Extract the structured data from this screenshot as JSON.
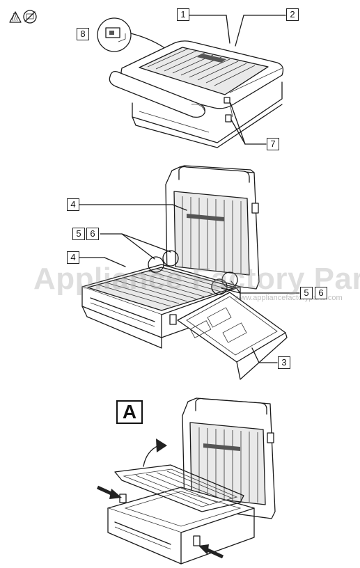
{
  "watermark": {
    "main": "Appliance Factory Parts",
    "url": "www.appliancefactoryparts.com"
  },
  "callouts": {
    "c1": "1",
    "c2": "2",
    "c3": "3",
    "c4a": "4",
    "c4b": "4",
    "c5a": "5",
    "c6a": "6",
    "c5b": "5",
    "c6b": "6",
    "c7": "7",
    "c8": "8"
  },
  "step_label": "A",
  "icons": [
    "hot-surface-warning-icon",
    "no-immersion-icon",
    "rotate-arrow-icon",
    "press-arrow-icon"
  ]
}
